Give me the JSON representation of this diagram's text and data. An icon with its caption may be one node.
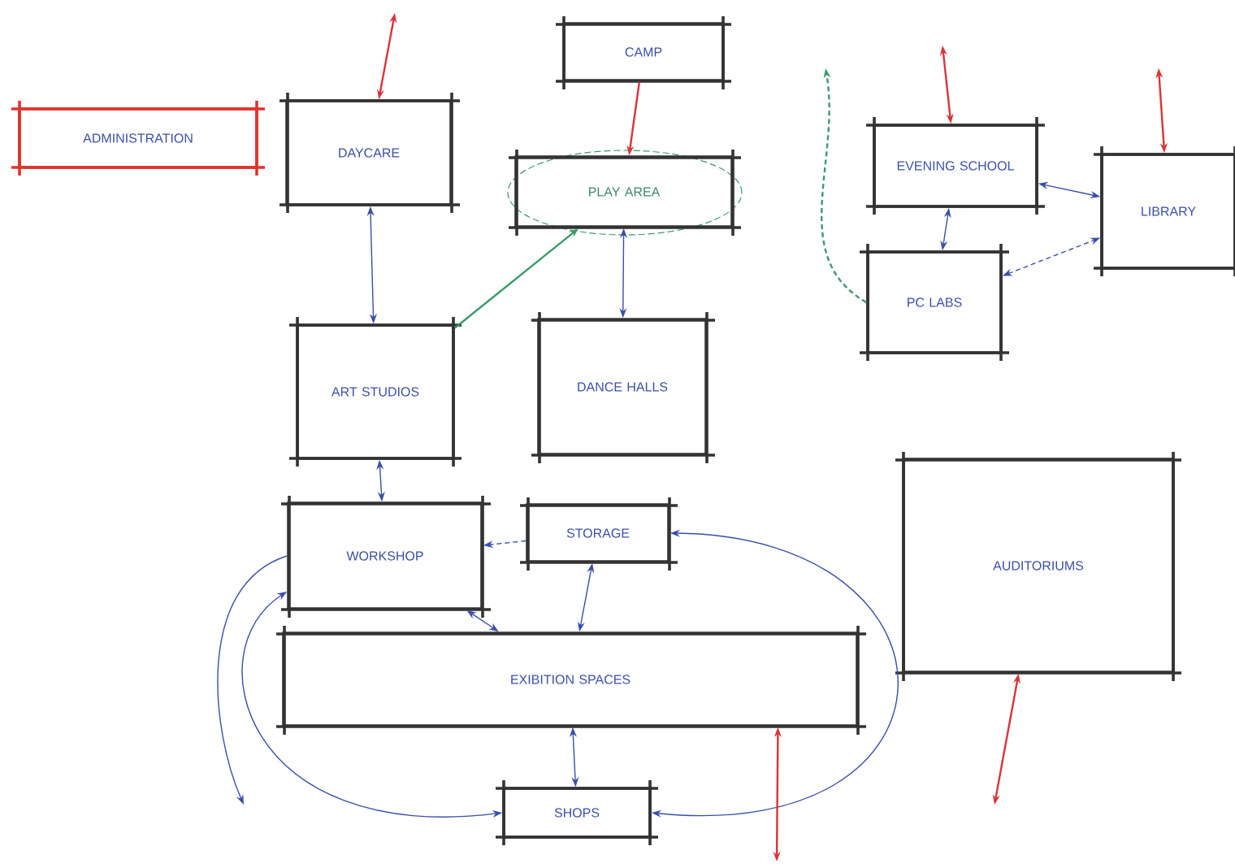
{
  "diagram": {
    "nodes": [
      {
        "text": [
          "ADMINISTRATION"
        ]
      },
      {
        "text": [
          "DAYCARE"
        ]
      },
      {
        "text": [
          "CAMP"
        ]
      },
      {
        "text": [
          "PLAY AREA"
        ]
      },
      {
        "text": [
          "EVENING SCHOOL"
        ]
      },
      {
        "text": [
          "LIBRARY"
        ]
      },
      {
        "text": [
          "PC LABS"
        ]
      },
      {
        "text": [
          "ART STUDIOS"
        ]
      },
      {
        "text": [
          "DANCE HALLS"
        ]
      },
      {
        "text": [
          "WORKSHOP"
        ]
      },
      {
        "text": [
          "STORAGE"
        ]
      },
      {
        "text": [
          "AUDITORIUMS"
        ]
      },
      {
        "text": [
          "EXIBITION SPACES"
        ]
      },
      {
        "text": [
          "SHOPS"
        ]
      }
    ],
    "edges": [
      {
        "from": null,
        "to": 1,
        "arrow": "both",
        "color": "#d9343a"
      },
      {
        "from": 2,
        "to": 3,
        "arrow": "to",
        "color": "#d9343a"
      },
      {
        "from": null,
        "to": 4,
        "arrow": "both",
        "color": "#d9343a"
      },
      {
        "from": null,
        "to": 5,
        "arrow": "both",
        "color": "#d9343a"
      },
      {
        "from": 1,
        "to": 7,
        "arrow": "both"
      },
      {
        "from": 7,
        "to": 3,
        "arrow": "to",
        "color": "#3a9a6a"
      },
      {
        "from": 3,
        "to": 8,
        "arrow": "both"
      },
      {
        "from": 4,
        "to": 6,
        "arrow": "both"
      },
      {
        "from": 4,
        "to": 5,
        "arrow": "both"
      },
      {
        "from": 6,
        "to": 5,
        "arrow": "both",
        "style": "dashed"
      },
      {
        "from": 6,
        "to": null,
        "arrow": "to",
        "style": "dashed",
        "color": "#3a9a6a"
      },
      {
        "from": 7,
        "to": 9,
        "arrow": "both"
      },
      {
        "from": 10,
        "to": 9,
        "arrow": "to",
        "style": "dashed"
      },
      {
        "from": 10,
        "to": 12,
        "arrow": "both"
      },
      {
        "from": 10,
        "to": 13,
        "arrow": "both"
      },
      {
        "from": 9,
        "to": 12,
        "arrow": "both"
      },
      {
        "from": 9,
        "to": 13,
        "arrow": "both"
      },
      {
        "from": 12,
        "to": 13,
        "arrow": "both"
      },
      {
        "from": 9,
        "to": null,
        "arrow": "to"
      },
      {
        "from": 11,
        "to": null,
        "arrow": "both",
        "color": "#d9343a"
      },
      {
        "from": null,
        "to": 12,
        "arrow": "both",
        "color": "#d9343a"
      }
    ]
  }
}
